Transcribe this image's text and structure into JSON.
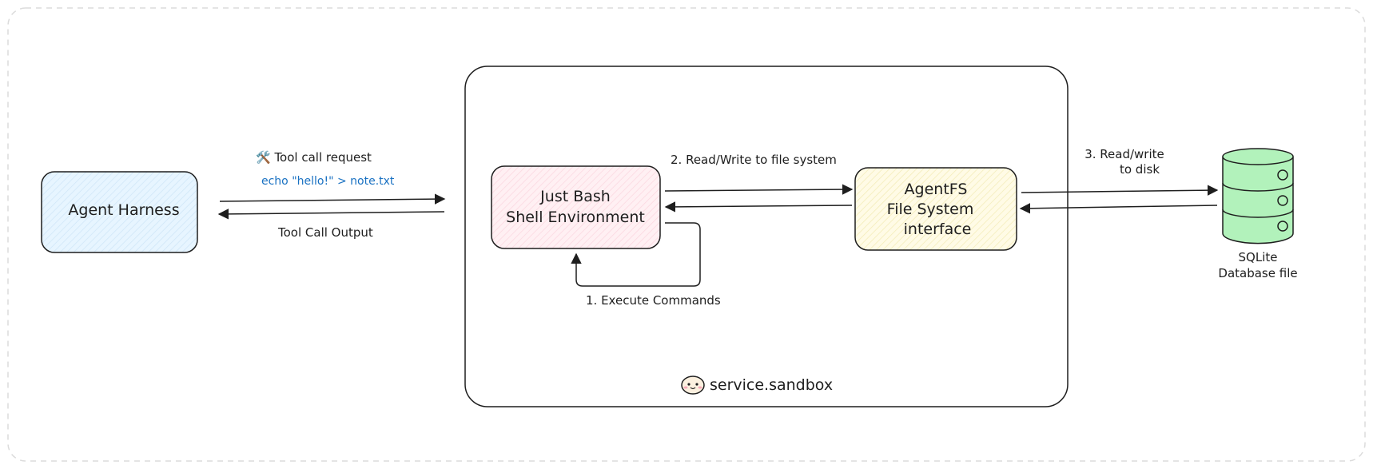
{
  "nodes": {
    "agent_harness": {
      "label": "Agent Harness"
    },
    "just_bash": {
      "line1": "Just Bash",
      "line2": "Shell Environment"
    },
    "agentfs": {
      "line1": "AgentFS",
      "line2": "File System",
      "line3": "interface"
    },
    "sqlite": {
      "line1": "SQLite",
      "line2": "Database file"
    },
    "sandbox": {
      "label": "service.sandbox"
    }
  },
  "edges": {
    "tool_call_request": "🛠️ Tool call request",
    "tool_call_code": "echo \"hello!\" > note.txt",
    "tool_call_output": "Tool Call Output",
    "read_write_fs": "2. Read/Write to file system",
    "execute_commands": "1. Execute Commands",
    "read_write_disk_1": "3. Read/write",
    "read_write_disk_2": "to disk"
  },
  "colors": {
    "agent_fill": "#e7f5ff",
    "bash_fill": "#fff0f3",
    "agentfs_fill": "#fffbe6",
    "db_fill": "#b2f2bb",
    "db_stroke": "#2f9e44",
    "code_text": "#1971c2",
    "stroke": "#1e1e1e"
  }
}
